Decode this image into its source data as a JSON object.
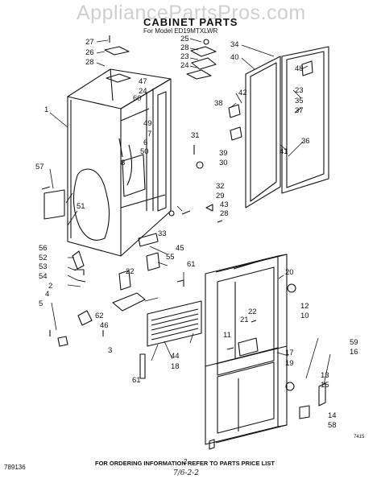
{
  "watermark": "AppliancePartsPros.com",
  "header": {
    "title": "CABINET PARTS",
    "model_prefix": "For Model",
    "model_number": "ED19MTXLWR"
  },
  "footer": {
    "instruction": "FOR ORDERING INFORMATION REFER TO PARTS PRICE LIST",
    "doc_number": "789136",
    "page_number": "2",
    "handwritten": "7/6-2-2",
    "figure_code": "7415"
  },
  "callouts": {
    "c1": "1",
    "c2": "2",
    "c3": "3",
    "c4": "4",
    "c5": "5",
    "c6": "6",
    "c7": "7",
    "c8": "8",
    "c10": "10",
    "c11": "11",
    "c12": "12",
    "c13": "13",
    "c14": "14",
    "c15": "15",
    "c16": "16",
    "c17": "17",
    "c18": "18",
    "c19": "19",
    "c20": "20",
    "c21": "21",
    "c22a": "22",
    "c22b": "22",
    "c23a": "23",
    "c23b": "23",
    "c24a": "24",
    "c24b": "24",
    "c25": "25",
    "c26": "26",
    "c27": "27",
    "c28a": "28",
    "c28b": "28",
    "c28c": "28",
    "c29": "29",
    "c30": "30",
    "c31": "31",
    "c32": "32",
    "c33": "33",
    "c34": "34",
    "c35": "35",
    "c36": "36",
    "c37": "37",
    "c38": "38",
    "c39": "39",
    "c40": "40",
    "c41": "41",
    "c42": "42",
    "c43": "43",
    "c44": "44",
    "c45": "45",
    "c46": "46",
    "c47": "47",
    "c48": "48",
    "c49": "49",
    "c50": "50",
    "c51": "51",
    "c52": "52",
    "c53": "53",
    "c54": "54",
    "c55": "55",
    "c56": "56",
    "c57": "57",
    "c58": "58",
    "c59": "59",
    "c60": "60",
    "c61a": "61",
    "c61b": "61",
    "c62": "62"
  }
}
